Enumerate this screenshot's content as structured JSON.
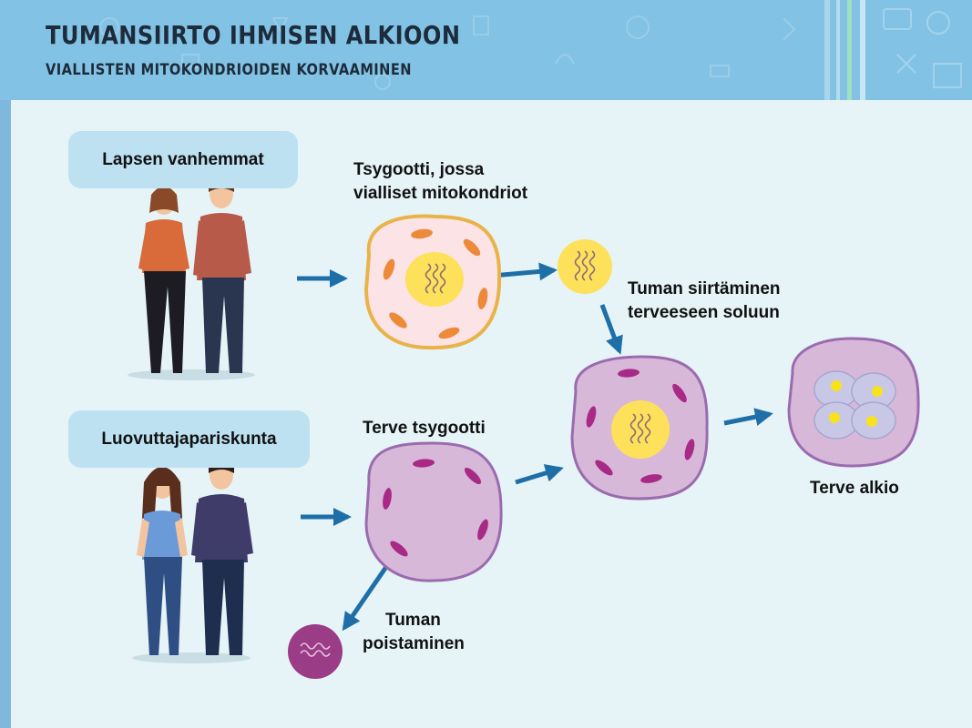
{
  "header": {
    "title": "TUMANSIIRTO IHMISEN ALKIOON",
    "subtitle": "VIALLISTEN MITOKONDRIOIDEN KORVAAMINEN"
  },
  "groups": {
    "parents": "Lapsen vanhemmat",
    "donors": "Luovuttajapariskunta"
  },
  "labels": {
    "zygote_defective_line1": "Tsygootti, jossa",
    "zygote_defective_line2": "vialliset mitokondriot",
    "transfer_line1": "Tuman siirtäminen",
    "transfer_line2": "terveeseen soluun",
    "healthy_zygote": "Terve tsygootti",
    "removal_line1": "Tuman",
    "removal_line2": "poistaminen",
    "healthy_embryo": "Terve alkio"
  },
  "colors": {
    "arrow": "#1e6fa8",
    "defective_cell_fill": "#fbe3e6",
    "defective_cell_border": "#e9b34a",
    "mito_defective": "#ec8a3a",
    "nucleus": "#fde15a",
    "healthy_cell_fill": "#d8b8d8",
    "healthy_cell_border": "#9b6bb0",
    "mito_healthy": "#a82a86",
    "removed_nucleus": "#9a3c86"
  }
}
